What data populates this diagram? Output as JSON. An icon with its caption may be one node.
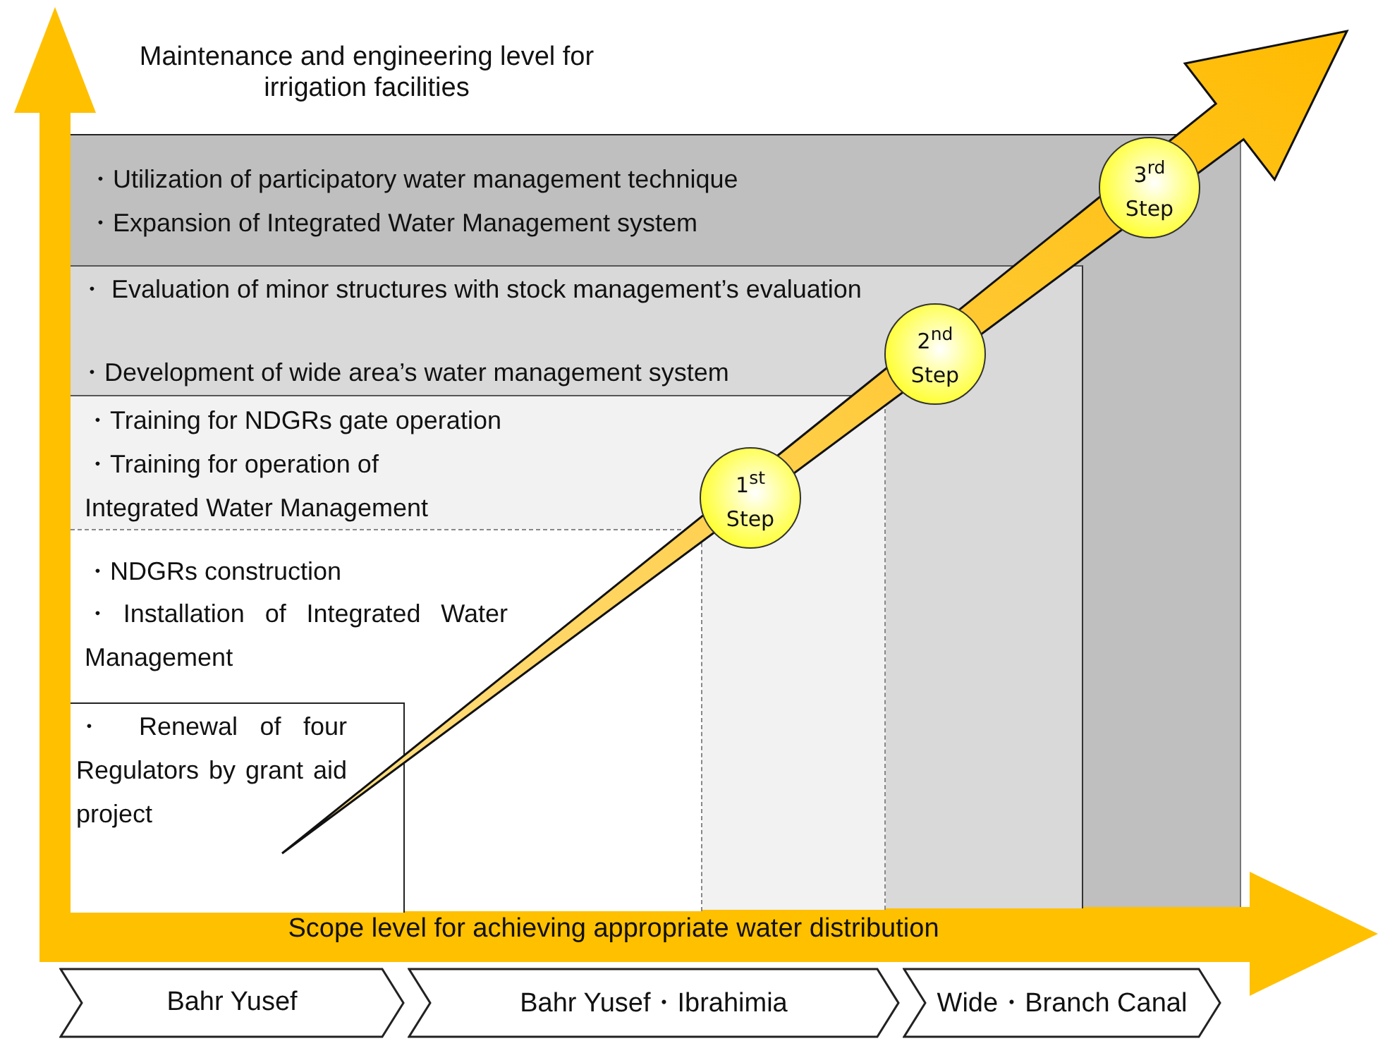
{
  "diagram": {
    "nodes": [
      {
        "text": [
          "・Utilization of participatory water management technique",
          "・Expansion of Integrated Water Management system"
        ]
      },
      {
        "text": [
          "・ Evaluation of minor structures with stock management’s evaluation",
          "・Development of wide area’s water management system"
        ],
        "in": 0
      },
      {
        "text": [
          "・Training for NDGRs gate operation",
          "・Training for operation of Integrated Water Management"
        ],
        "in": 1
      },
      {
        "text": [
          "・NDGRs construction",
          "・Installation of Integrated Water Management"
        ],
        "in": 2
      },
      {
        "text": [
          "・ Renewal of four Regulators by grant aid project"
        ],
        "in": 3
      },
      {
        "text": [
          "1$^{st}$ Step"
        ],
        "in": 2
      },
      {
        "text": [
          "2$^{nd}$ Step"
        ],
        "in": 1
      },
      {
        "text": [
          "3$^{rd}$ Step"
        ],
        "in": 0
      },
      {
        "text": [
          "Bahr Yusef"
        ]
      },
      {
        "text": [
          "Bahr Yusef・Ibrahimia"
        ]
      },
      {
        "text": [
          "Wide・Branch Canal"
        ]
      }
    ],
    "edges": [],
    "labels": [
      "Maintenance and engineering level for irrigation facilities",
      "Scope level for achieving appropriate water distribution"
    ]
  }
}
